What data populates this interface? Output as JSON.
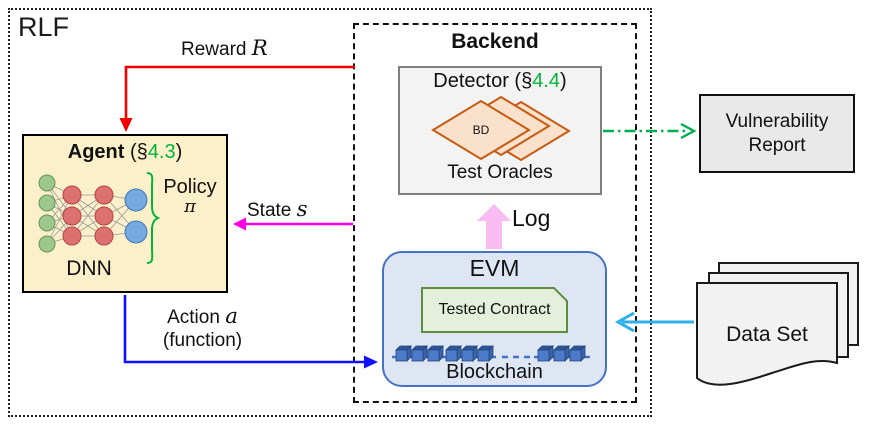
{
  "figure": {
    "frame_label": "RLF"
  },
  "backend": {
    "title": "Backend"
  },
  "detector": {
    "title_prefix": "Detector (§",
    "section_ref": "4.4",
    "title_suffix": ")",
    "diamond_label": "BD",
    "caption": "Test Oracles"
  },
  "agent": {
    "name": "Agent",
    "title_prefix": " (§",
    "section_ref": "4.3",
    "title_suffix": ")",
    "policy_label": "Policy",
    "policy_symbol": "π",
    "network_caption": "DNN"
  },
  "evm": {
    "title": "EVM",
    "contract_label": "Tested Contract",
    "blockchain_caption": "Blockchain"
  },
  "outputs": {
    "vulnerability_report": "Vulnerability Report",
    "data_set": "Data Set"
  },
  "arrows": {
    "reward": {
      "label": "Reward",
      "symbol": "R"
    },
    "state": {
      "label": "State",
      "symbol": "s"
    },
    "action": {
      "label": "Action",
      "symbol": "a",
      "sublabel": "(function)"
    },
    "log": {
      "label": "Log"
    }
  },
  "colors": {
    "reward-arrow": "#f30000",
    "state-arrow": "#ff00e1",
    "action-arrow": "#1010ff",
    "log-arrow": "#f8bcf2",
    "report-arrow": "#00b050",
    "dataset-arrow": "#2cb0ea",
    "accent-green": "#00b43c",
    "agent-bg": "#fcf0cb",
    "evm-bg": "#dfe6f3",
    "evm-border": "#4472c4",
    "contract-bg": "#e5f0dc",
    "contract-border": "#5b8f3e",
    "diamond-fill": "#fae1cb",
    "diamond-stroke": "#c55a11",
    "panel-bg": "#f3f3f3",
    "panel-border": "#7f7f7f",
    "report-bg": "#e9e9e9",
    "sheet-bg": "#f2f2f2",
    "cube-front": "#4c7cc9",
    "cube-top": "#2e5597",
    "cube-side": "#3a63a8",
    "node-green": "#9cc98b",
    "node-red": "#dd7070",
    "node-blue": "#74aade"
  }
}
